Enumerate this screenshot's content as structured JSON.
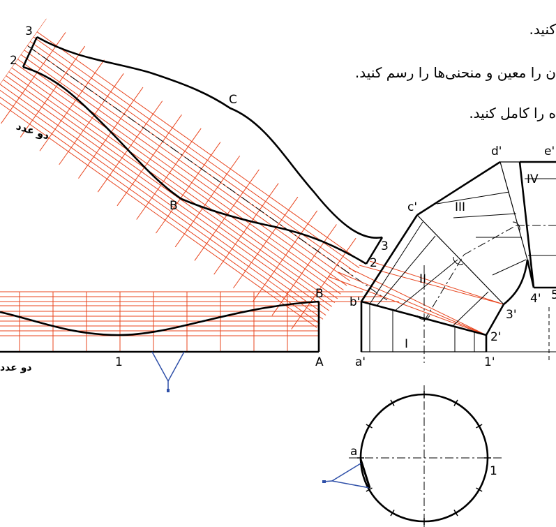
{
  "instructions": {
    "line1": "کنید.",
    "line2": "ن را معین و منحنی‌ها را رسم کنید.",
    "line3": "ه را کامل کنید."
  },
  "annotations": {
    "upper_count": "دو عدد",
    "lower_count": "دو عدد"
  },
  "labels": {
    "top_3": "3",
    "top_2": "2",
    "C": "C",
    "B_upper": "B",
    "strip_end_3": "3",
    "strip_end_2": "2",
    "B_lower": "B",
    "A": "A",
    "one": "1",
    "a_prime": "a'",
    "b_prime": "b'",
    "c_prime": "c'",
    "d_prime": "d'",
    "e_prime": "e'",
    "one_prime": "1'",
    "two_prime": "2'",
    "three_prime": "3'",
    "four_prime": "4'",
    "five_prime": "5",
    "roman_I": "I",
    "roman_II": "II",
    "roman_III": "III",
    "roman_IV": "IV",
    "circle_a": "a",
    "circle_1": "1"
  },
  "colors": {
    "construction": "#e8451e",
    "outline": "#000000",
    "symbol": "#2e4fa8"
  }
}
